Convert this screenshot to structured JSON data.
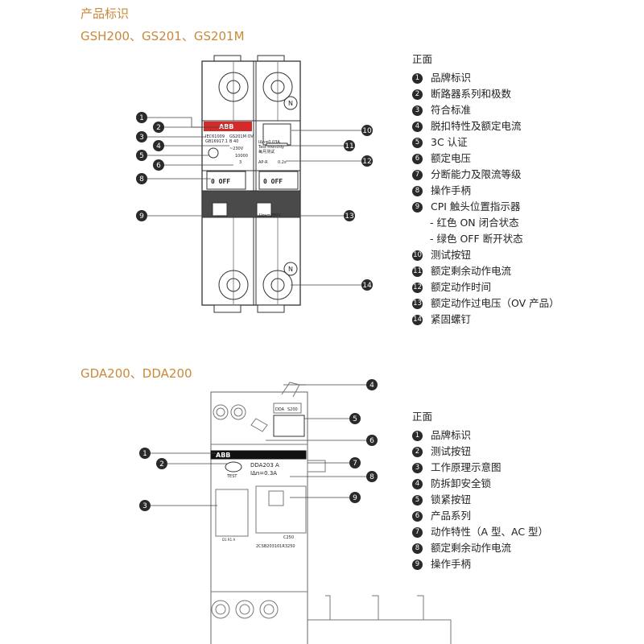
{
  "section_title": "产品标识",
  "product1": {
    "heading": "GSH200、GS201、GS201M",
    "device_text": {
      "brand": "ABB",
      "std1": "IEC61009",
      "std2": "GB16917.1",
      "model": "GS201M OV",
      "rating": "B 40",
      "voltage": "~230V",
      "breaking": "10000",
      "class": "3",
      "idn": "IΔn=0.03A",
      "test": "Test monthly",
      "test_cn": "每月测试",
      "type": "AP-R",
      "time": "0.2s",
      "handle1": "0 OFF",
      "handle2": "0 OFF",
      "uov": "Uov=280V",
      "n_mark": "N"
    },
    "legend_title": "正面",
    "legend": [
      {
        "num": "1",
        "text": "品牌标识"
      },
      {
        "num": "2",
        "text": "断路器系列和极数"
      },
      {
        "num": "3",
        "text": "符合标准"
      },
      {
        "num": "4",
        "text": "脱扣特性及额定电流"
      },
      {
        "num": "5",
        "text": "3C 认证"
      },
      {
        "num": "6",
        "text": "额定电压"
      },
      {
        "num": "7",
        "text": "分断能力及限流等级"
      },
      {
        "num": "8",
        "text": "操作手柄"
      },
      {
        "num": "9",
        "text": "CPI 触头位置指示器"
      },
      {
        "num": "",
        "text": "- 红色 ON 闭合状态"
      },
      {
        "num": "",
        "text": "- 绿色 OFF 断开状态"
      },
      {
        "num": "10",
        "text": "测试按钮"
      },
      {
        "num": "11",
        "text": "额定剩余动作电流"
      },
      {
        "num": "12",
        "text": "额定动作时间"
      },
      {
        "num": "13",
        "text": "额定动作过电压（OV 产品）"
      },
      {
        "num": "14",
        "text": "紧固螺钉"
      }
    ]
  },
  "product2": {
    "heading": "GDA200、DDA200",
    "device_text": {
      "brand": "ABB",
      "model": "DDA203 A",
      "idn": "IΔn=0.3A",
      "test": "TEST",
      "dda": "DDA",
      "s200": "S200",
      "c250": "C250",
      "code": "2CSB203101R3250",
      "codesmall": "D1 R1 A"
    },
    "legend_title": "正面",
    "legend": [
      {
        "num": "1",
        "text": "品牌标识"
      },
      {
        "num": "2",
        "text": "测试按钮"
      },
      {
        "num": "3",
        "text": "工作原理示意图"
      },
      {
        "num": "4",
        "text": "防拆卸安全锁"
      },
      {
        "num": "5",
        "text": "锁紧按钮"
      },
      {
        "num": "6",
        "text": "产品系列"
      },
      {
        "num": "7",
        "text": "动作特性（A 型、AC 型）"
      },
      {
        "num": "8",
        "text": "额定剩余动作电流"
      },
      {
        "num": "9",
        "text": "操作手柄"
      }
    ]
  }
}
